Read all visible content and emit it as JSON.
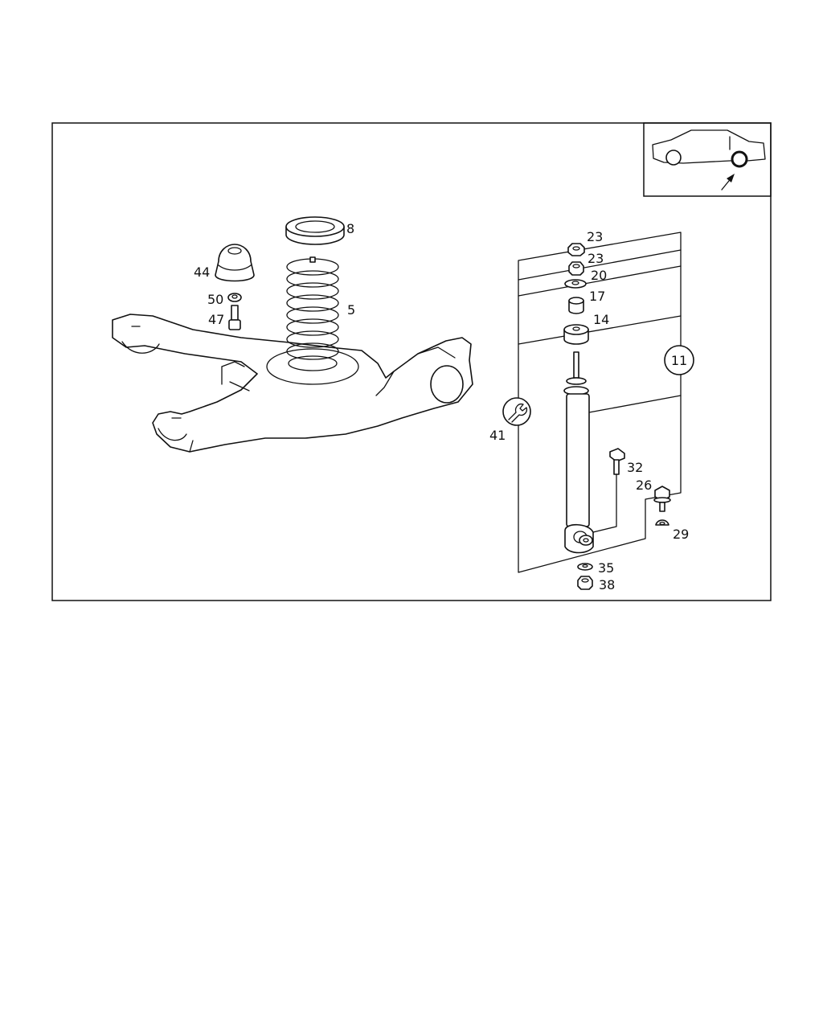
{
  "labels": {
    "p8": "8",
    "p44": "44",
    "p5": "5",
    "p50": "50",
    "p47": "47",
    "p23a": "23",
    "p23b": "23",
    "p20": "20",
    "p17": "17",
    "p14": "14",
    "p11": "11",
    "p41": "41",
    "p32": "32",
    "p26": "26",
    "p29": "29",
    "p35": "35",
    "p38": "38"
  },
  "icons": {
    "vehicle_locator": "car-outline-icon",
    "tool": "wrench-icon",
    "arrow": "arrow-pointer-icon"
  }
}
